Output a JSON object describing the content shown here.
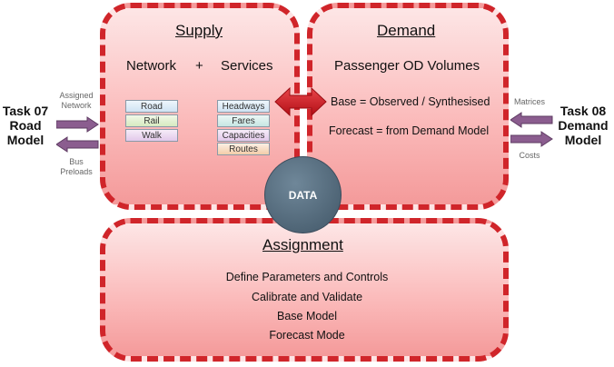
{
  "supply": {
    "title": "Supply",
    "subtitle_network": "Network",
    "subtitle_plus": "+",
    "subtitle_services": "Services",
    "network_items": [
      "Road",
      "Rail",
      "Walk"
    ],
    "service_items": [
      "Headways",
      "Fares",
      "Capacities",
      "Routes"
    ]
  },
  "demand": {
    "title": "Demand",
    "subtitle": "Passenger OD Volumes",
    "base_line": "Base = Observed / Synthesised",
    "forecast_line": "Forecast = from Demand Model"
  },
  "assignment": {
    "title": "Assignment",
    "lines": [
      "Define Parameters and Controls",
      "Calibrate and Validate",
      "Base Model",
      "Forecast Mode"
    ]
  },
  "data_label": "DATA",
  "task07": {
    "line1": "Task 07",
    "line2": "Road",
    "line3": "Model"
  },
  "task08": {
    "line1": "Task 08",
    "line2": "Demand",
    "line3": "Model"
  },
  "left_labels": {
    "top_line1": "Assigned",
    "top_line2": "Network",
    "bottom_line1": "Bus",
    "bottom_line2": "Preloads"
  },
  "right_labels": {
    "top": "Matrices",
    "bottom": "Costs"
  },
  "colors": {
    "border": "#d0252a",
    "arrow_purple": "#8b5d8f",
    "arrow_red": "#c8161d",
    "data_circle": "#52687a"
  }
}
